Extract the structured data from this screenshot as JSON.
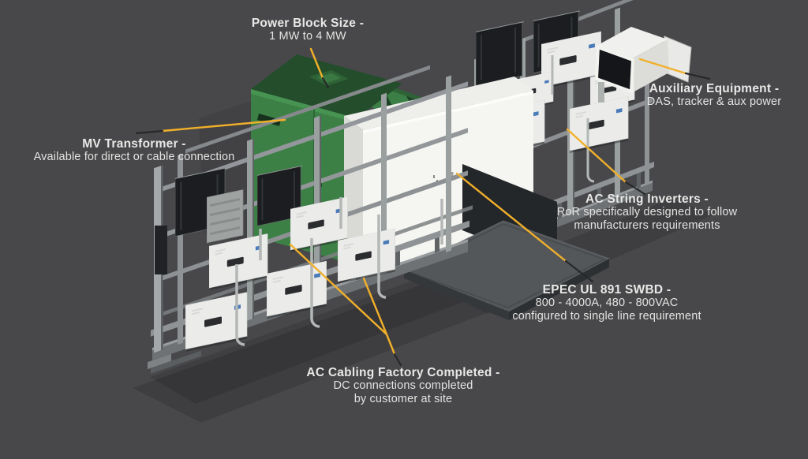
{
  "figure_title": "Solar power block skid diagram",
  "colors": {
    "background": "#48484b",
    "label_text": "#e8e8e6",
    "leader_line_gold": "#f1b02a",
    "leader_line_tip": "#26282a",
    "transformer_green": "#3c8046",
    "transformer_green_dark": "#234d2b",
    "cabinet_white": "#f5f5f2",
    "platform_gray": "#54575a",
    "rack_metal": "#9aa0a0",
    "inverter_white": "#ebecea",
    "dark_panel": "#1b1d20",
    "inverter_tag_blue": "#4a7ab8"
  },
  "callouts": {
    "power_block": {
      "title": "Power Block Size -",
      "lines": [
        "1 MW to 4 MW"
      ]
    },
    "mv_transformer": {
      "title": "MV Transformer -",
      "lines": [
        "Available for direct or cable connection"
      ]
    },
    "auxiliary_equipment": {
      "title": "Auxiliary Equipment -",
      "lines": [
        "DAS, tracker & aux power"
      ]
    },
    "ac_string_inverters": {
      "title": "AC String Inverters -",
      "lines": [
        "RoR specifically designed to follow",
        "manufacturers requirements"
      ]
    },
    "epec_swbd": {
      "title": "EPEC UL 891 SWBD -",
      "lines": [
        "800 - 4000A, 480 - 800VAC",
        "configured to single line requirement"
      ]
    },
    "ac_cabling": {
      "title": "AC Cabling Factory Completed -",
      "lines": [
        "DC connections completed",
        "by customer at site"
      ]
    }
  }
}
